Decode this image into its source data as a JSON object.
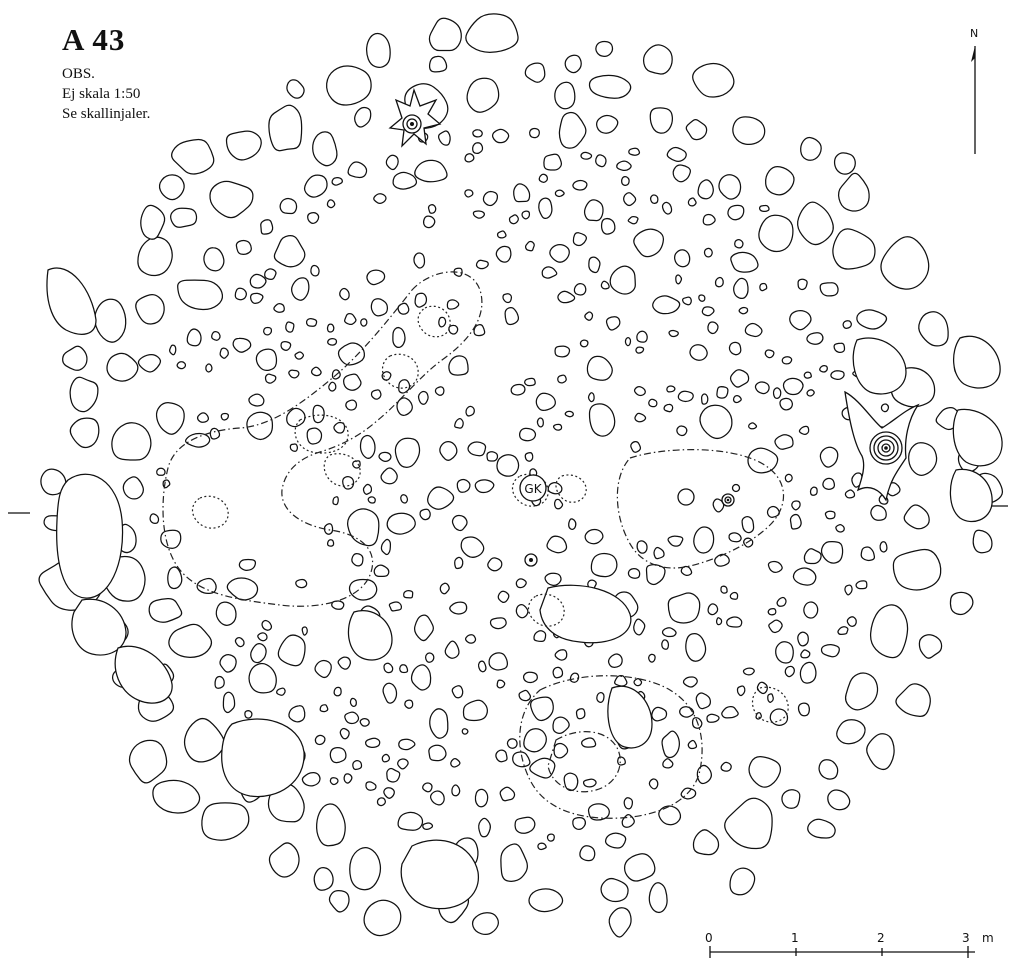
{
  "title": "A 43",
  "notes": [
    "OBS.",
    "Ej skala 1:50",
    "Se skallinjaler."
  ],
  "north_label": "N",
  "feature_label": "GK",
  "scale_bar": {
    "ticks": [
      "0",
      "1",
      "2",
      "3"
    ],
    "unit": "m"
  }
}
